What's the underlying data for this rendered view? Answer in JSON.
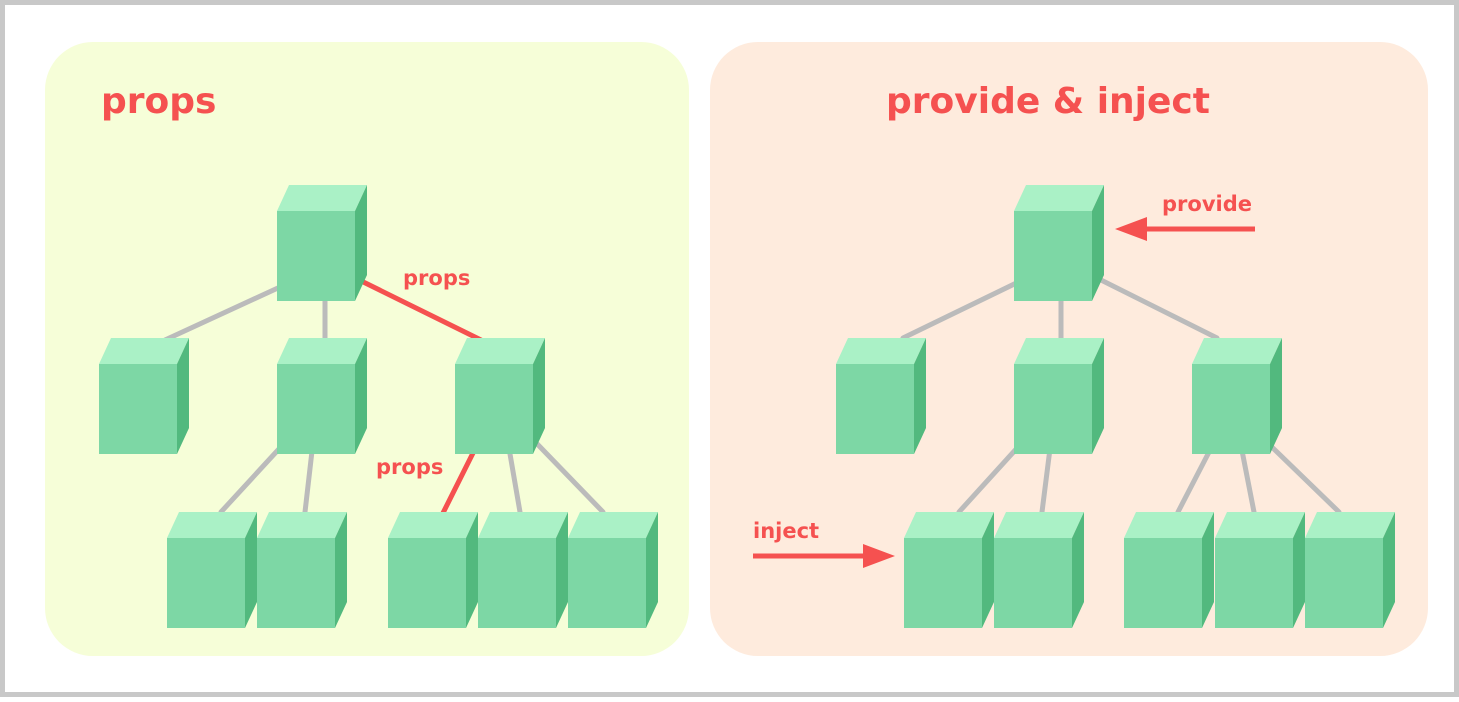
{
  "colors": {
    "accent": "#f55150",
    "left_panel_bg": "#f6fed8",
    "right_panel_bg": "#feebdd",
    "cube_front": "#7dd7a5",
    "cube_top": "#aaf1c6",
    "cube_side": "#52b97e",
    "line": "#bbbbbb"
  },
  "left_panel": {
    "title": "props",
    "edge_labels": [
      "props",
      "props"
    ]
  },
  "right_panel": {
    "title": "provide & inject",
    "provide_label": "provide",
    "inject_label": "inject"
  }
}
